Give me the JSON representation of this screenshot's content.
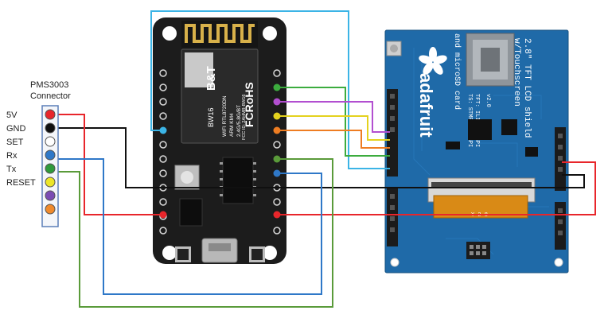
{
  "connector": {
    "title_line1": "PMS3003",
    "title_line2": "Connector",
    "pins": [
      {
        "label": "5V",
        "color": "#e8262b"
      },
      {
        "label": "GND",
        "color": "#101010"
      },
      {
        "label": "SET",
        "color": "#ffffff"
      },
      {
        "label": "Rx",
        "color": "#2f78c8"
      },
      {
        "label": "Tx",
        "color": "#2f9a3b"
      },
      {
        "label": "RESET",
        "color": "#ece52a"
      },
      {
        "label": "",
        "color": "#7b4db3"
      },
      {
        "label": "",
        "color": "#f08a2c"
      }
    ]
  },
  "mcu_board": {
    "module_brand": "B&T",
    "module_model": "BW16",
    "module_line1": "WIFI RTL8720DN",
    "module_line2": "ARM KM4",
    "module_line3": "2.4G/5.8G/BT",
    "module_fcc": "FCC ID: 2AHMR-BW16",
    "module_cert": "FCRoHS",
    "color": "#1c1c1c"
  },
  "tft_shield": {
    "brand": "adafruit",
    "title_line1": "2.8\" TFT LCD shield",
    "title_line2": "w/Touchscreen",
    "title_line3": "and microSD card",
    "chip_line1": "TFT: ILI9341 SPI",
    "chip_line2": "TS: STMPE610 SPI",
    "version": "v2.0",
    "small_label": "Y-2 8",
    "color": "#1f6aa8"
  },
  "wire_colors": {
    "power": "#e8262b",
    "ground": "#101010",
    "rx": "#2f78c8",
    "tx": "#5a9b3a",
    "cyan": "#3bb4e6",
    "green": "#3cac3e",
    "purple": "#b24fd0",
    "yellow": "#e4d21e",
    "orange": "#ee7d22"
  }
}
